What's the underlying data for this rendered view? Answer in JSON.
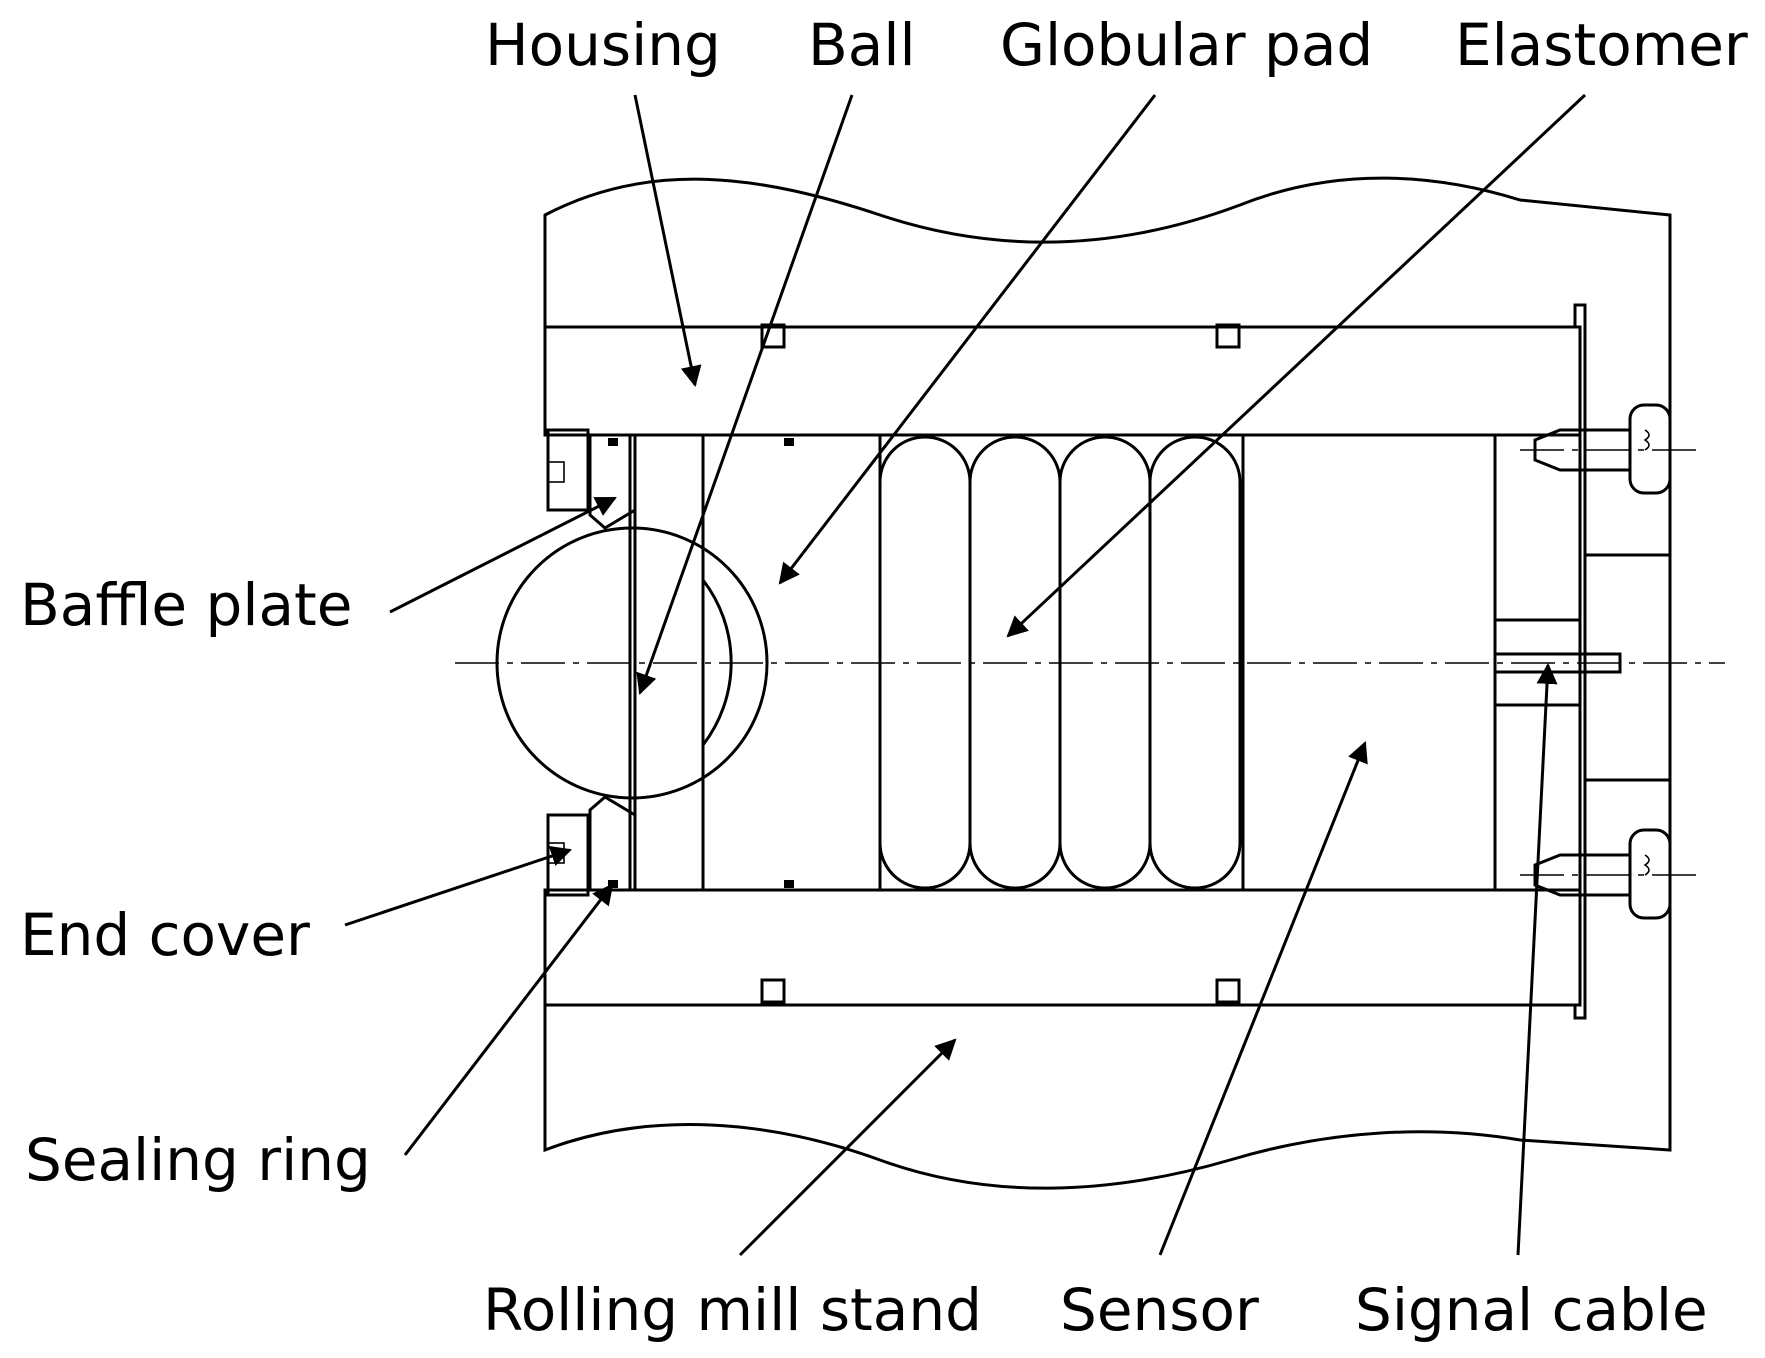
{
  "labels": {
    "housing": "Housing",
    "ball": "Ball",
    "globular_pad": "Globular pad",
    "elastomer": "Elastomer",
    "baffle_plate": "Baffle plate",
    "end_cover": "End cover",
    "sealing_ring": "Sealing ring",
    "rolling_mill_stand": "Rolling mill stand",
    "sensor": "Sensor",
    "signal_cable": "Signal cable"
  }
}
